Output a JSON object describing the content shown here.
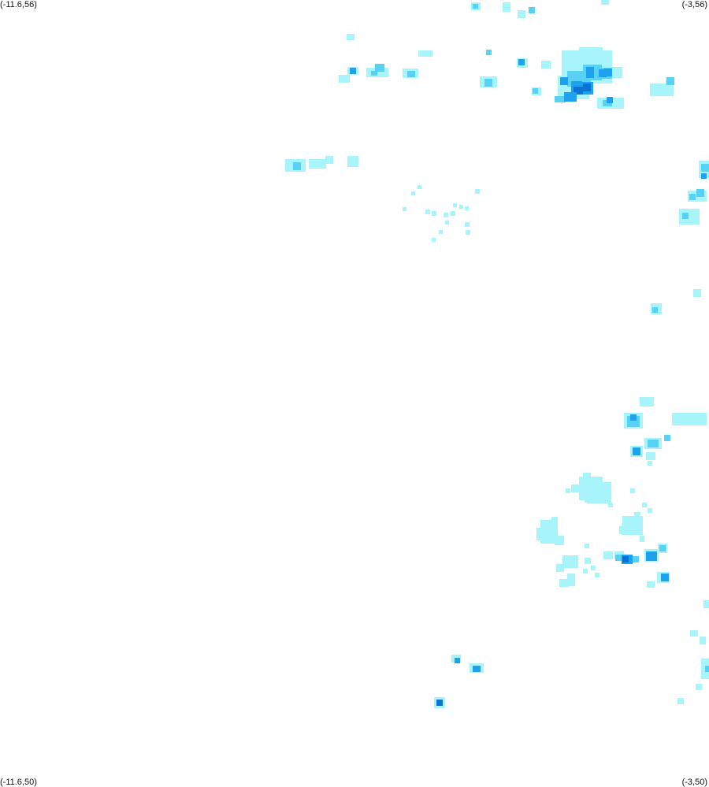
{
  "corners": {
    "top_left": "(-11.6,56)",
    "top_right": "(-3,56)",
    "bottom_left": "(-11.6,50)",
    "bottom_right": "(-3,50)"
  },
  "colors": {
    "light": "#a8f4fb",
    "medium": "#57d2f5",
    "strong": "#1ea2ee",
    "intense": "#0a73d6"
  }
}
